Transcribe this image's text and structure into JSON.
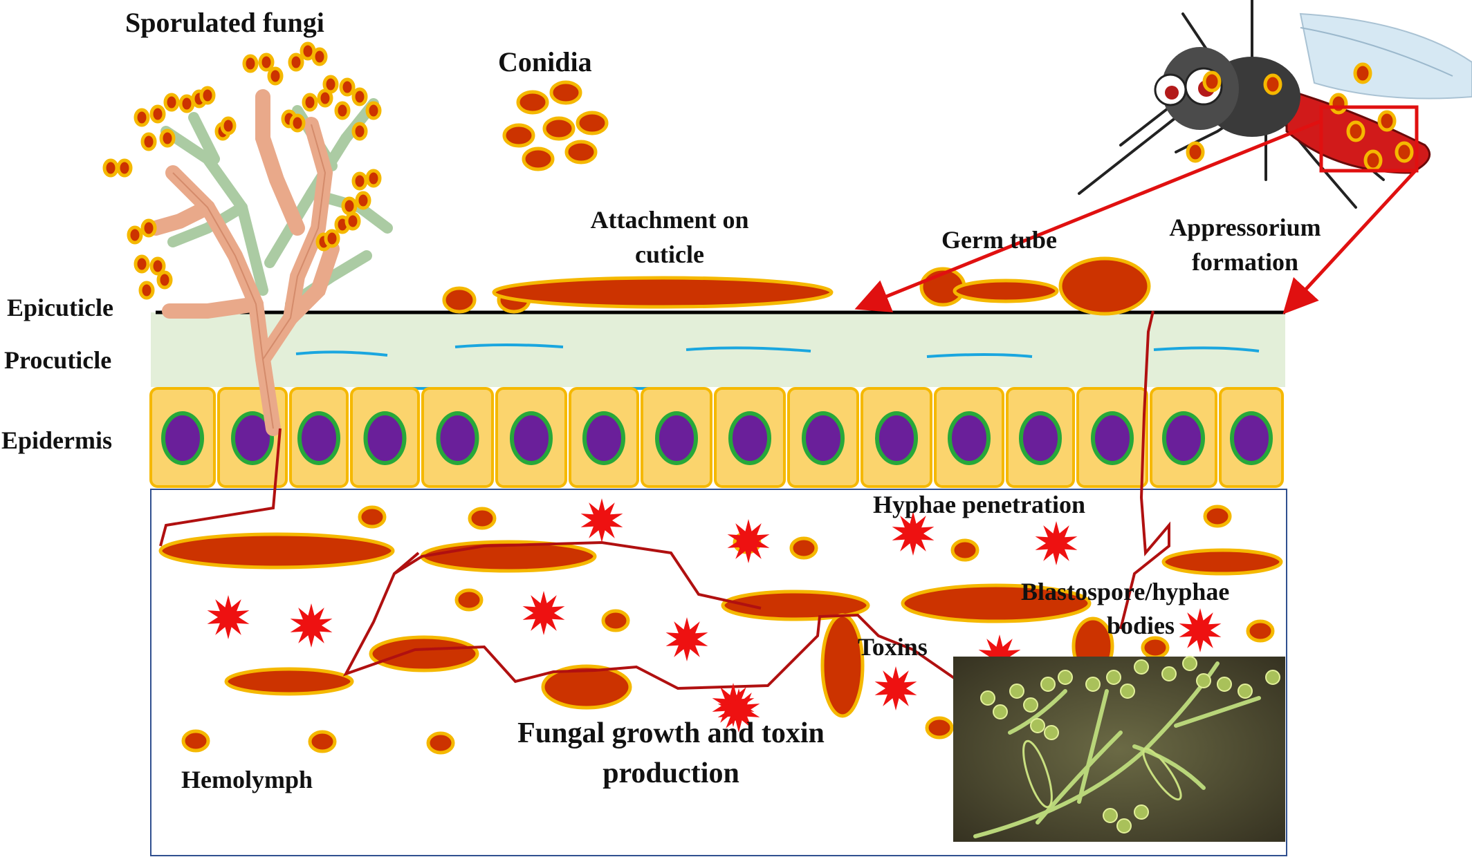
{
  "labels": {
    "sporulated_fungi": "Sporulated fungi",
    "conidia": "Conidia",
    "attachment_line1": "Attachment on",
    "attachment_line2": "cuticle",
    "germ_tube": "Germ tube",
    "appressorium_line1": "Appressorium",
    "appressorium_line2": "formation",
    "epicuticle": "Epicuticle",
    "procuticle": "Procuticle",
    "epidermis": "Epidermis",
    "hyphae_penetration": "Hyphae penetration",
    "blastospore_line1": "Blastospore/hyphae",
    "blastospore_line2": "bodies",
    "toxins": "Toxins",
    "fungal_growth_line1": "Fungal growth and toxin",
    "fungal_growth_line2": "production",
    "hemolymph": "Hemolymph"
  },
  "colors": {
    "spore_fill": "#cc3300",
    "spore_outline": "#f5b800",
    "procuticle": "#e3efd9",
    "epidermis_cell": "#fbd46d",
    "nucleus": "#6a1f9a",
    "nucleus_ring": "#27a83a",
    "toxin": "#ee1111",
    "hypha_line": "#b01010",
    "arrow": "#e01010",
    "panel_border": "#2f4f8f"
  },
  "icons": [
    "mosquito-illustration",
    "microscope-fungus-photo",
    "toxin-star-icon"
  ]
}
